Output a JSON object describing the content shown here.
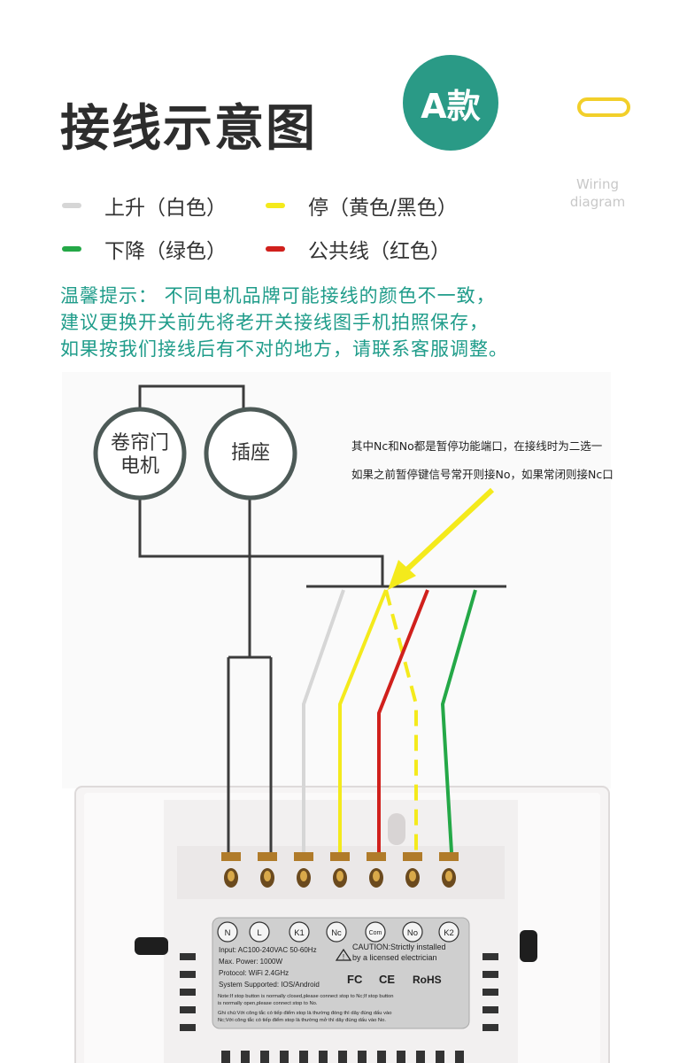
{
  "header": {
    "title": "接线示意图",
    "badge": "A款",
    "wiring_label_line1": "Wiring",
    "wiring_label_line2": "diagram"
  },
  "legend": [
    {
      "label": "上升（白色）",
      "color": "#d6d6d6"
    },
    {
      "label": "停（黄色/黑色）",
      "color": "#f4ea1c"
    },
    {
      "label": "下降（绿色）",
      "color": "#24a847"
    },
    {
      "label": "公共线（红色）",
      "color": "#d0201c"
    }
  ],
  "tips": [
    "温馨提示：  不同电机品牌可能接线的颜色不一致，",
    "建议更换开关前先将老开关接线图手机拍照保存，",
    "如果按我们接线后有不对的地方，请联系客服调整。"
  ],
  "diagram": {
    "motor_line1": "卷帘门",
    "motor_line2": "电机",
    "socket": "插座",
    "note_line1": "其中Nc和No都是暂停功能端口，在接线时为二选一",
    "note_line2": "如果之前暂停键信号常开则接No，如果常闭则接Nc口"
  },
  "device": {
    "terminals": [
      "N",
      "L",
      "K1",
      "Nc",
      "Com",
      "No",
      "K2"
    ],
    "spec_lines": [
      "Input: AC100-240VAC 50-60Hz",
      "Max. Power: 1000W",
      "Protocol: WiFi 2.4GHz",
      "System Supported: IOS/Android"
    ],
    "caution_line1": "CAUTION:Strictly installed",
    "caution_line2": "by a licensed electrician",
    "cert_fc": "FC",
    "cert_ce": "CE",
    "cert_rohs": "RoHS",
    "note_en1": "Note:If stop button is normally closed,please connect stop to Nc;If stop button",
    "note_en2": "is normally open,please connect stop to No.",
    "note_vn1": "Ghi chú:Với công tắc có tiếp điểm stop là thường đóng thì dây đúng dấu vào",
    "note_vn2": "Nc;Với công tắc có tiếp điểm stop là thường mở thì dây đúng dấu vào No."
  },
  "colors": {
    "accent": "#2a9a86",
    "white_wire": "#d6d6d6",
    "yellow_wire": "#f4ea1c",
    "red_wire": "#d0201c",
    "green_wire": "#24a847",
    "frame_line": "#3c3c3c"
  }
}
